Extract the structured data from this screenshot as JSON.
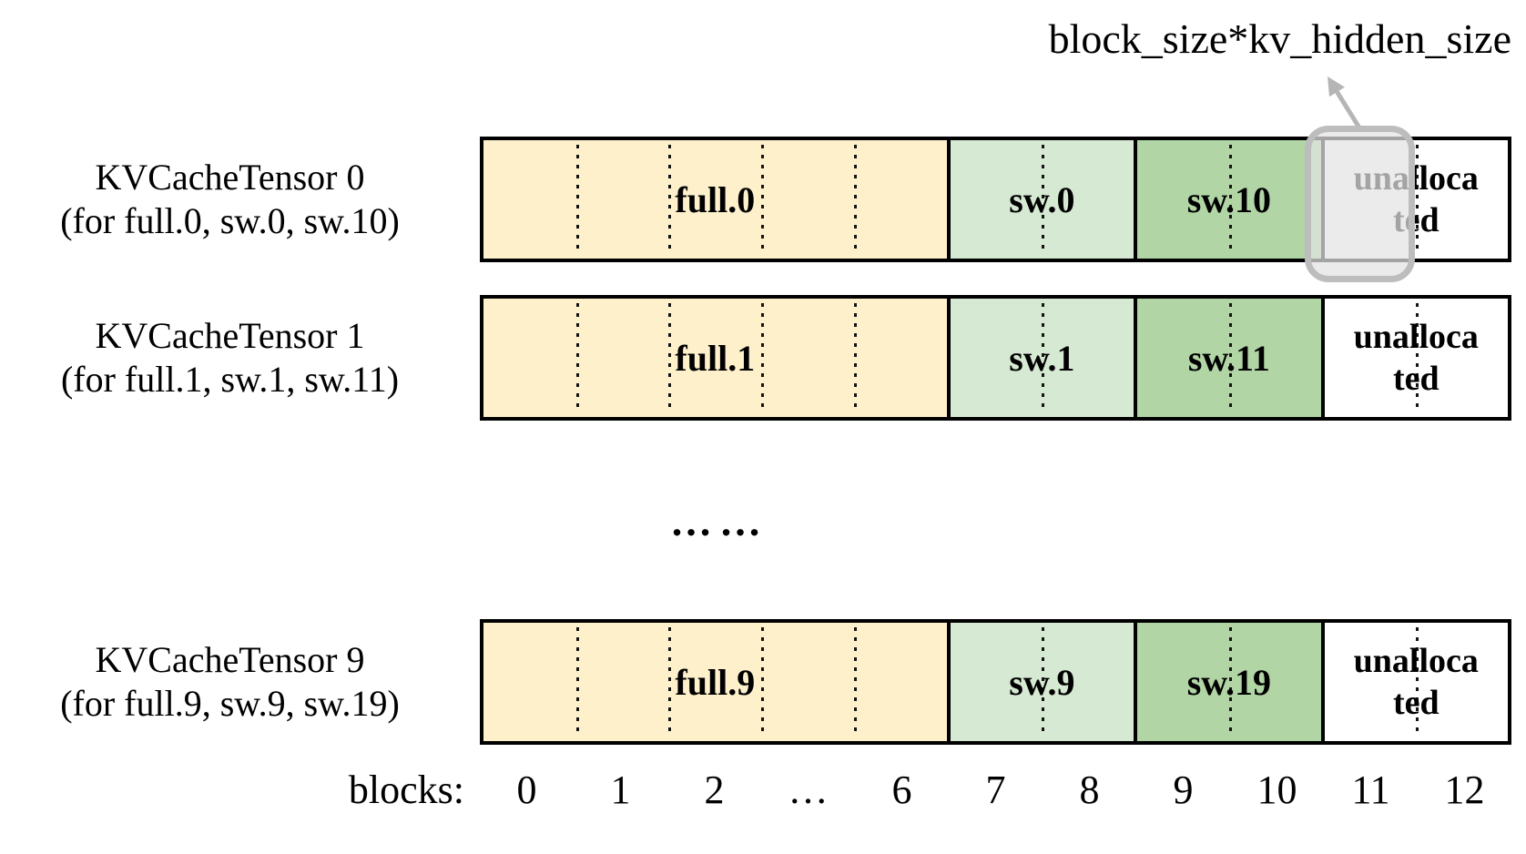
{
  "annotation": {
    "text": "block_size*kv_hidden_size"
  },
  "rows": [
    {
      "name": "KVCacheTensor 0",
      "subtitle": "(for full.0, sw.0, sw.10)",
      "segments": {
        "full": "full.0",
        "sw_low": "sw.0",
        "sw_high": "sw.10",
        "unallocated_lines": [
          "unalloca",
          "ted"
        ]
      },
      "highlighted_block": true
    },
    {
      "name": "KVCacheTensor 1",
      "subtitle": "(for full.1, sw.1, sw.11)",
      "segments": {
        "full": "full.1",
        "sw_low": "sw.1",
        "sw_high": "sw.11",
        "unallocated_lines": [
          "unalloca",
          "ted"
        ]
      },
      "highlighted_block": false
    },
    {
      "name": "KVCacheTensor 9",
      "subtitle": "(for full.9, sw.9, sw.19)",
      "segments": {
        "full": "full.9",
        "sw_low": "sw.9",
        "sw_high": "sw.19",
        "unallocated_lines": [
          "unalloca",
          "ted"
        ]
      },
      "highlighted_block": false
    }
  ],
  "ellipsis": "……",
  "axis": {
    "label": "blocks:",
    "ticks": [
      "0",
      "1",
      "2",
      "…",
      "6",
      "7",
      "8",
      "9",
      "10",
      "11",
      "12"
    ]
  },
  "colors": {
    "full_block": "#FDF0CA",
    "sw_low_block": "#D6E9D2",
    "sw_high_block": "#B1D5A5",
    "unallocated_block": "#FFFFFF",
    "bar_border": "#000000",
    "highlight_border": "#BDBDBD",
    "highlight_fill": "rgba(227,227,227,0.72)",
    "arrow": "#B5B5B5"
  }
}
